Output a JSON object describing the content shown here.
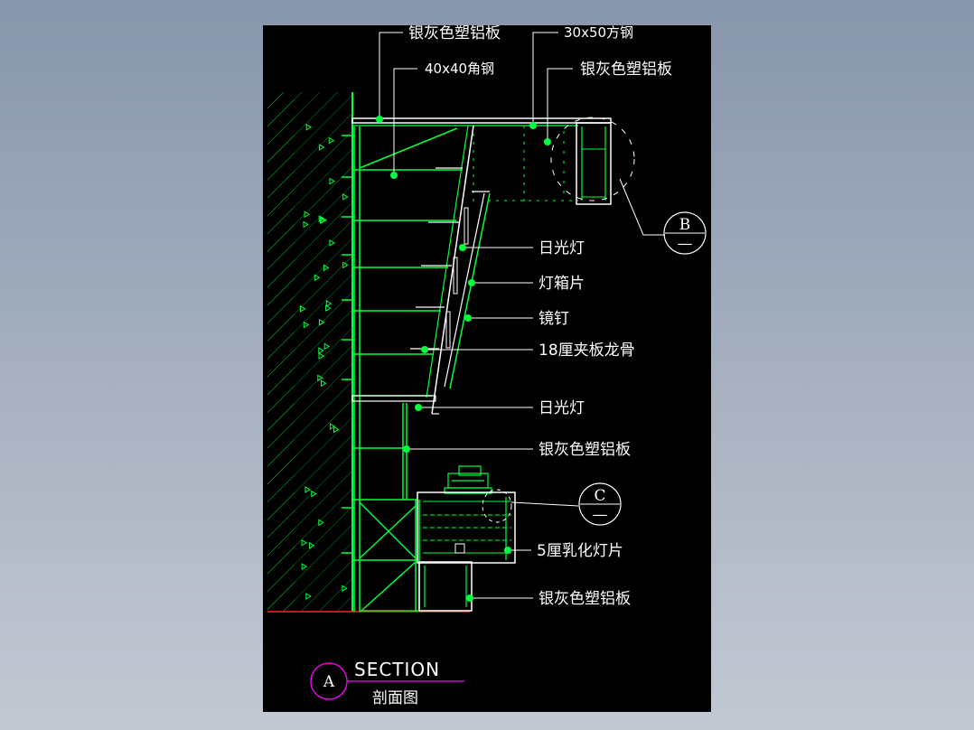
{
  "labels": {
    "top_panel": "银灰色塑铝板",
    "square_steel": "30x50方钢",
    "angle_steel": "40x40角钢",
    "right_panel": "银灰色塑铝板",
    "fluorescent_1": "日光灯",
    "lightbox_sheet": "灯箱片",
    "mirror_nail": "镜钉",
    "plywood_keel": "18厘夹板龙骨",
    "fluorescent_2": "日光灯",
    "middle_panel": "银灰色塑铝板",
    "emulsion_sheet": "5厘乳化灯片",
    "bottom_panel": "银灰色塑铝板"
  },
  "markers": {
    "detail_b": "B",
    "detail_c": "C",
    "section_a": "A",
    "dash": "—"
  },
  "title": {
    "section": "SECTION",
    "subtitle": "剖面图"
  },
  "colors": {
    "background_top": "#8796ab",
    "background_bottom": "#c3c9d3",
    "drawing_area": "#000000",
    "linework": "#00ff3c",
    "outline": "#ffffff",
    "ground_line": "#ff2020",
    "section_circle": "#ff00ff"
  }
}
